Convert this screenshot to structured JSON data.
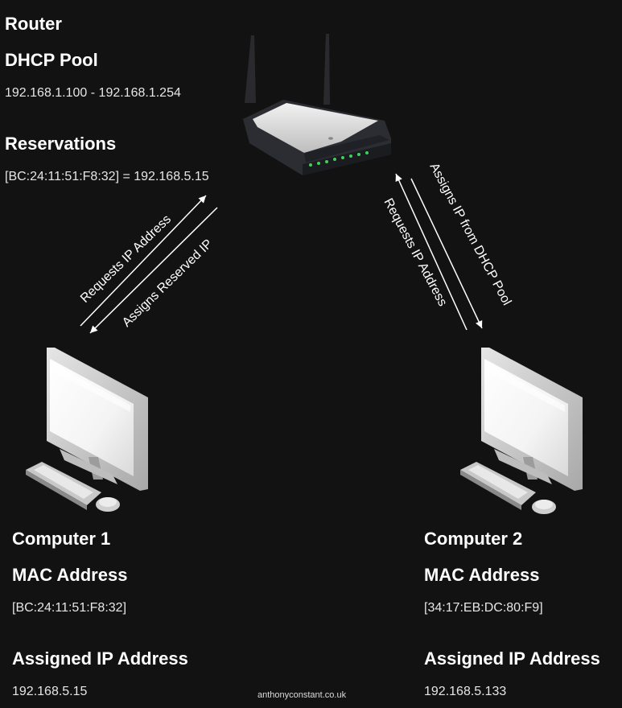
{
  "router": {
    "title": "Router",
    "pool_heading": "DHCP Pool",
    "pool_range": "192.168.1.100 - 192.168.1.254",
    "reservations_heading": "Reservations",
    "reservation_entry": "[BC:24:11:51:F8:32] = 192.168.5.15"
  },
  "arrows": {
    "left_request": "Requests IP Address",
    "left_assign": "Assigns Reserved IP",
    "right_request": "Requests IP Address",
    "right_assign": "Assigns IP from DHCP Pool"
  },
  "computer1": {
    "name": "Computer 1",
    "mac_heading": "MAC Address",
    "mac": "[BC:24:11:51:F8:32]",
    "ip_heading": "Assigned IP Address",
    "ip": "192.168.5.15"
  },
  "computer2": {
    "name": "Computer 2",
    "mac_heading": "MAC Address",
    "mac": "[34:17:EB:DC:80:F9]",
    "ip_heading": "Assigned IP Address",
    "ip": "192.168.5.133"
  },
  "footer": "anthonyconstant.co.uk"
}
